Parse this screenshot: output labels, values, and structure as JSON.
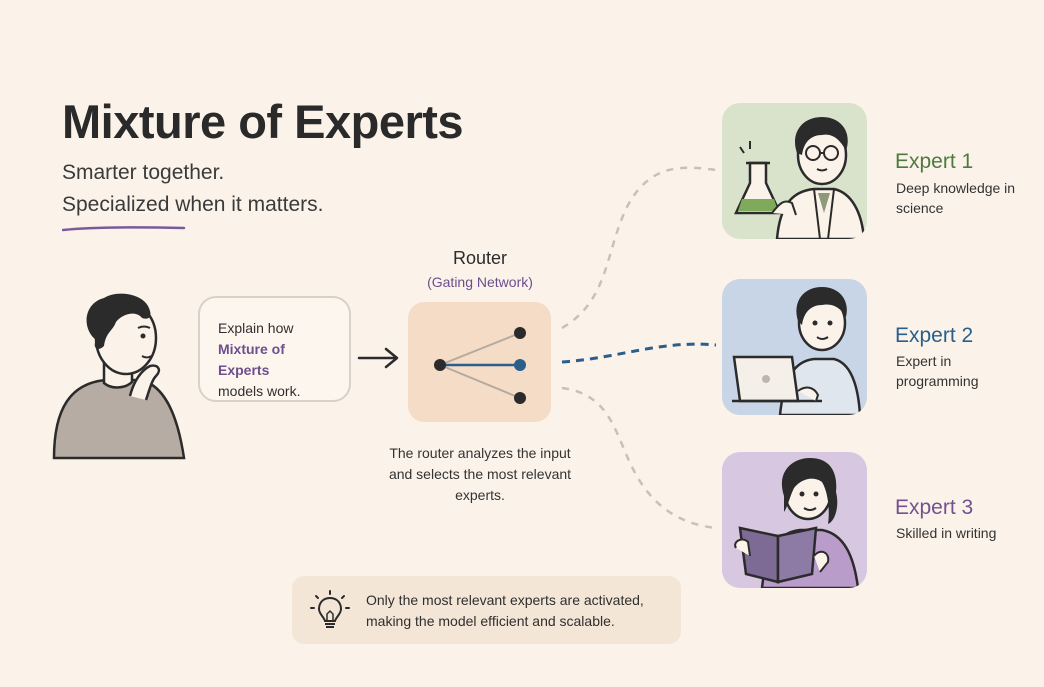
{
  "title": "Mixture of Experts",
  "tagline": [
    "Smarter together.",
    "Specialized when it matters."
  ],
  "user_prompt": {
    "prefix": "Explain how",
    "highlight": "Mixture of Experts",
    "suffix": "models work."
  },
  "router": {
    "title": "Router",
    "subtitle": "(Gating Network)",
    "description": "The router analyzes the input and selects the most relevant experts."
  },
  "experts": [
    {
      "name": "Expert 1",
      "description": "Deep knowledge in science"
    },
    {
      "name": "Expert 2",
      "description": "Expert in programming"
    },
    {
      "name": "Expert 3",
      "description": "Skilled in writing"
    }
  ],
  "footer_note": "Only the most relevant experts are activated, making the model efficient and scalable.",
  "colors": {
    "background": "#fbf3ea",
    "accent_purple": "#6e4f8e",
    "expert1": "#4f7a3f",
    "expert2": "#2a5f8c",
    "expert3": "#73528f",
    "active_route": "#2a5f8c",
    "inactive_route": "#c9c1b8"
  },
  "icons": [
    "lightbulb-icon",
    "arrow-right-icon",
    "beaker-icon",
    "laptop-icon",
    "book-icon"
  ]
}
